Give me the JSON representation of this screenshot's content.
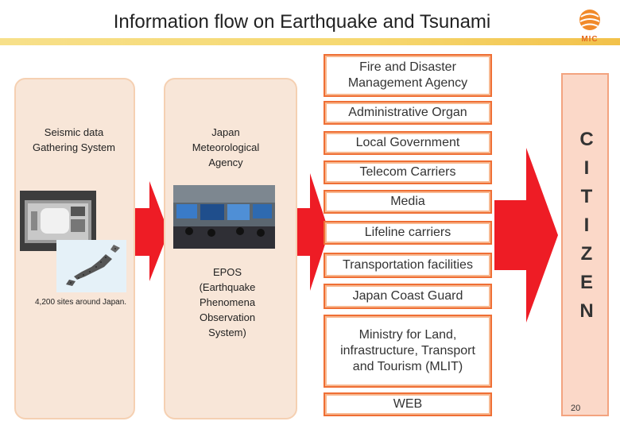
{
  "title": "Information flow on Earthquake and Tsunami",
  "logo": {
    "text": "MIC"
  },
  "left_panel": {
    "label": "Seismic data Gathering System",
    "caption": "4,200 sites around Japan."
  },
  "middle_panel": {
    "label": "Japan Meteorological Agency",
    "system": "EPOS (Earthquake Phenomena Observation System)"
  },
  "organizations": [
    "Fire and Disaster Management Agency",
    "Administrative Organ",
    "Local Government",
    "Telecom Carriers",
    "Media",
    "Lifeline carriers",
    "Transportation facilities",
    "Japan Coast Guard",
    "Ministry for Land, infrastructure, Transport and Tourism (MLIT)",
    "WEB"
  ],
  "citizen_letters": [
    "C",
    "I",
    "T",
    "I",
    "Z",
    "E",
    "N"
  ],
  "page_number": "20",
  "colors": {
    "arrow": "#ee1c25",
    "box_border": "#ef6f35",
    "panel": "#f8e6d8",
    "citizen": "#fbd8c8"
  }
}
